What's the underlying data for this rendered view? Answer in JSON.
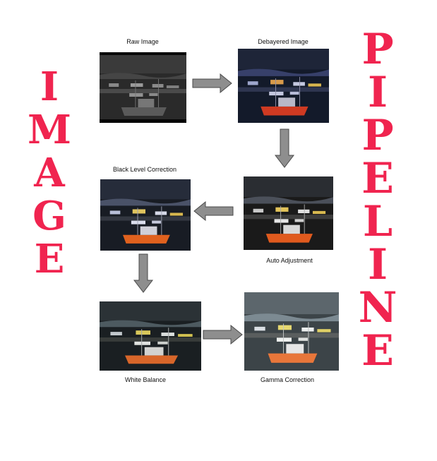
{
  "left_title": [
    "I",
    "M",
    "A",
    "G",
    "E"
  ],
  "right_title": [
    "P",
    "I",
    "P",
    "E",
    "L",
    "I",
    "N",
    "E"
  ],
  "stages": {
    "raw": "Raw Image",
    "debayered": "Debayered Image",
    "auto": "Auto Adjustment",
    "black_level": "Black Level Correction",
    "white_balance": "White Balance",
    "gamma": "Gamma Correction"
  },
  "colors": {
    "title": "#f0244f",
    "arrow_fill": "#8e8e8e",
    "arrow_stroke": "#4a4a4a"
  }
}
